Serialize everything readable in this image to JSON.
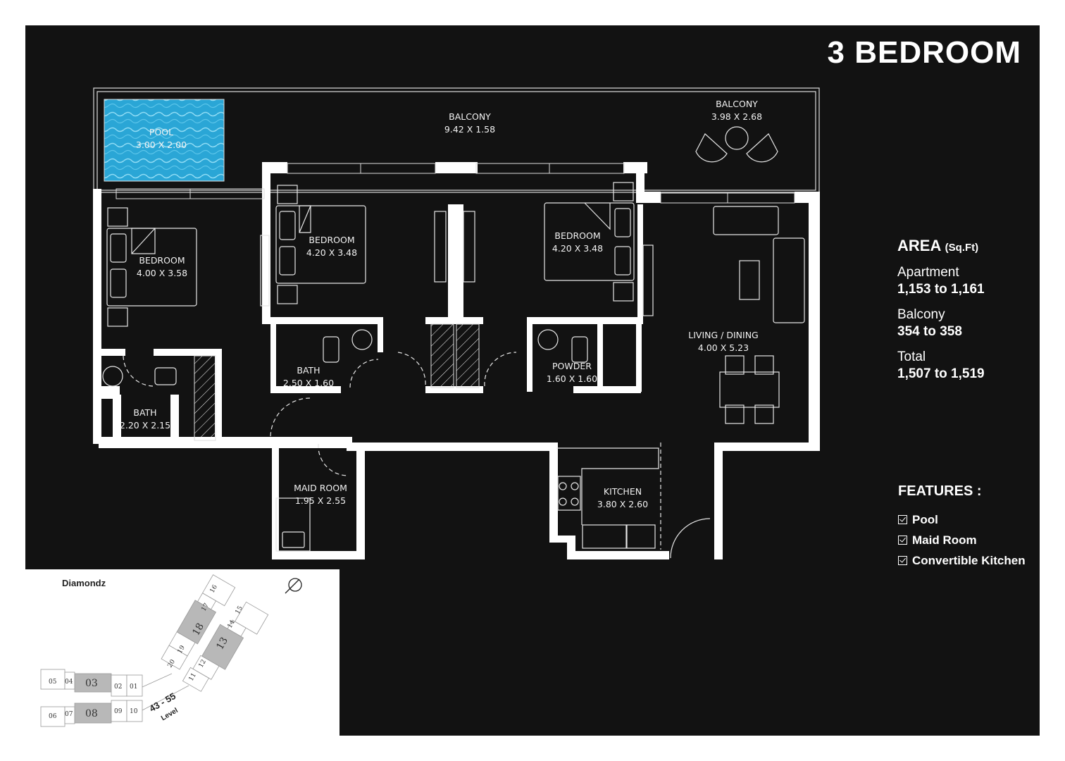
{
  "header": {
    "title": "3 BEDROOM"
  },
  "rooms": {
    "pool": {
      "name": "POOL",
      "size": "3.00 X 2.00"
    },
    "balcony_main": {
      "name": "BALCONY",
      "size": "9.42 X 1.58"
    },
    "balcony_side": {
      "name": "BALCONY",
      "size": "3.98 X 2.68"
    },
    "bedroom_1": {
      "name": "BEDROOM",
      "size": "4.00 X 3.58"
    },
    "bedroom_2": {
      "name": "BEDROOM",
      "size": "4.20 X 3.48"
    },
    "bedroom_3": {
      "name": "BEDROOM",
      "size": "4.20 X 3.48"
    },
    "living_dining": {
      "name": "LIVING / DINING",
      "size": "4.00 X 5.23"
    },
    "bath_1": {
      "name": "BATH",
      "size": "2.50 X 1.60"
    },
    "bath_2": {
      "name": "BATH",
      "size": "2.20 X 2.15"
    },
    "powder": {
      "name": "POWDER",
      "size": "1.60 X 1.60"
    },
    "maid_room": {
      "name": "MAID ROOM",
      "size": "1.95 X 2.55"
    },
    "kitchen": {
      "name": "KITCHEN",
      "size": "3.80 X 2.60"
    }
  },
  "area": {
    "heading": "AREA",
    "unit": "(Sq.Ft)",
    "rows": [
      {
        "label": "Apartment",
        "value": "1,153 to 1,161"
      },
      {
        "label": "Balcony",
        "value": "354 to 358"
      },
      {
        "label": "Total",
        "value": "1,507 to 1,519"
      }
    ]
  },
  "features": {
    "heading": "FEATURES :",
    "items": [
      "Pool",
      "Maid Room",
      "Convertible Kitchen"
    ]
  },
  "key_plan": {
    "brand": "Diamondz",
    "level_range": "43 - 55",
    "level_label": "Level",
    "units": [
      "01",
      "02",
      "03",
      "04",
      "05",
      "06",
      "07",
      "08",
      "09",
      "10",
      "11",
      "12",
      "13",
      "14",
      "15",
      "16",
      "17",
      "18",
      "19",
      "20"
    ],
    "highlighted_units": [
      "03",
      "08",
      "13",
      "18"
    ]
  },
  "colors": {
    "background": "#121212",
    "wall": "#ffffff",
    "pool": "#2aa6d6",
    "key_highlight": "#b8b8b8"
  }
}
